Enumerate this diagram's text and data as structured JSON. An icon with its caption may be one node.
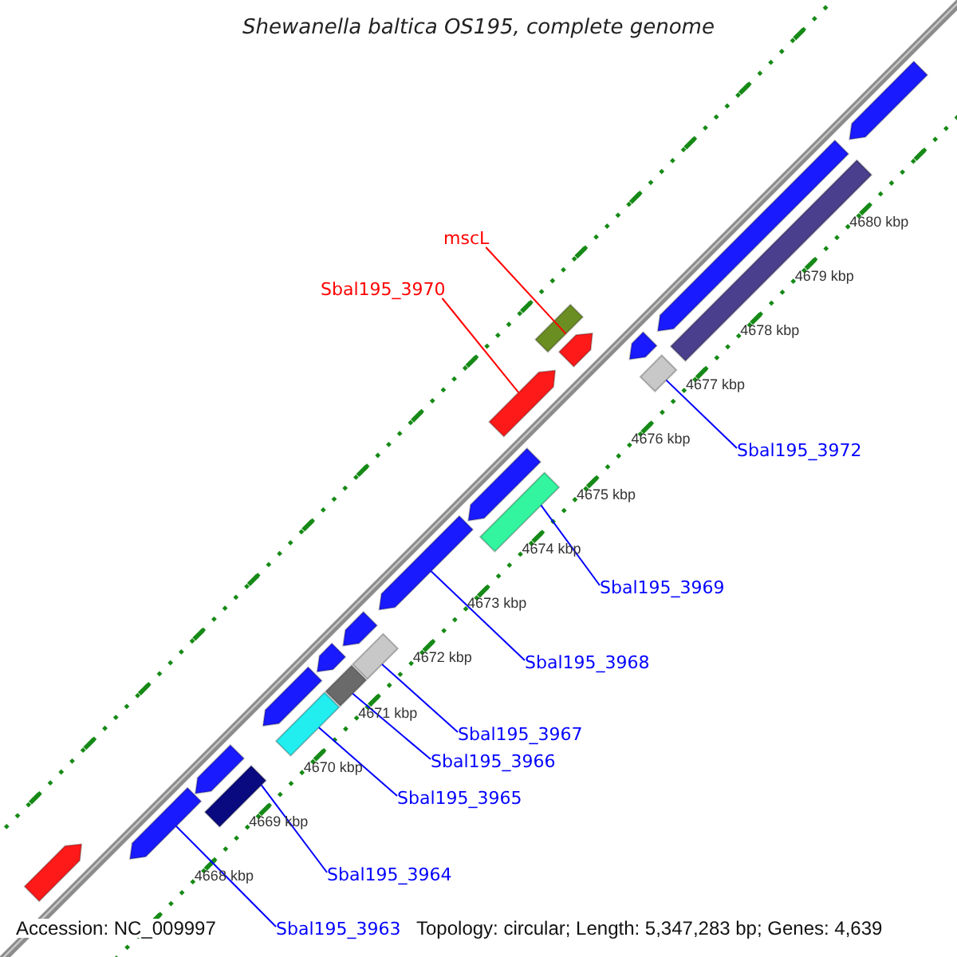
{
  "diagram": {
    "title": "Shewanella baltica OS195, complete genome",
    "nodes": [
      {
        "text": [
          "mscL"
        ]
      },
      {
        "text": [
          "Sbal195_3970"
        ]
      },
      {
        "text": [
          "Sbal195_3972"
        ]
      },
      {
        "text": [
          "Sbal195_3969"
        ]
      },
      {
        "text": [
          "Sbal195_3968"
        ]
      },
      {
        "text": [
          "Sbal195_3967"
        ]
      },
      {
        "text": [
          "Sbal195_3966"
        ]
      },
      {
        "text": [
          "Sbal195_3965"
        ]
      },
      {
        "text": [
          "Sbal195_3964"
        ]
      },
      {
        "text": [
          "Sbal195_3963"
        ]
      },
      {
        "text": [],
        "shape": "box"
      },
      {
        "text": [],
        "shape": "arrow"
      },
      {
        "text": [],
        "shape": "box"
      },
      {
        "text": [],
        "shape": "box"
      },
      {
        "text": [],
        "shape": "arrow"
      },
      {
        "text": [],
        "shape": "box"
      },
      {
        "text": [],
        "shape": "box"
      },
      {
        "text": [],
        "shape": "box"
      },
      {
        "text": [],
        "shape": "box"
      },
      {
        "text": [],
        "shape": "arrow"
      },
      {
        "text": [],
        "shape": "arrow"
      },
      {
        "text": [],
        "shape": "arrow"
      },
      {
        "text": [],
        "shape": "arrow"
      },
      {
        "text": [],
        "shape": "arrow"
      },
      {
        "text": [],
        "shape": "arrow"
      },
      {
        "text": [],
        "shape": "arrow"
      },
      {
        "text": [],
        "shape": "arrow"
      },
      {
        "text": [],
        "shape": "arrow"
      },
      {
        "text": [],
        "shape": "arrow"
      },
      {
        "text": [],
        "shape": "arrow"
      },
      {
        "text": [],
        "shape": "box"
      }
    ],
    "edges": [
      {
        "from": 0,
        "to": 10,
        "arrow": "none",
        "color": "#ff0000"
      },
      {
        "from": 1,
        "to": 11,
        "arrow": "none",
        "color": "#ff0000"
      },
      {
        "from": 2,
        "to": 12,
        "arrow": "none"
      },
      {
        "from": 3,
        "to": 13,
        "arrow": "none"
      },
      {
        "from": 4,
        "to": 14,
        "arrow": "none"
      },
      {
        "from": 5,
        "to": 15,
        "arrow": "none"
      },
      {
        "from": 6,
        "to": 16,
        "arrow": "none"
      },
      {
        "from": 7,
        "to": 17,
        "arrow": "none"
      },
      {
        "from": 8,
        "to": 18,
        "arrow": "none"
      },
      {
        "from": 9,
        "to": 19,
        "arrow": "none"
      }
    ],
    "labels": [
      "4680 kbp",
      "4679 kbp",
      "4678 kbp",
      "4677 kbp",
      "4676 kbp",
      "4675 kbp",
      "4674 kbp",
      "4673 kbp",
      "4672 kbp",
      "4671 kbp",
      "4670 kbp",
      "4669 kbp",
      "4668 kbp",
      "Accession: NC_009997",
      "Topology: circular; Length: 5,347,283 bp; Genes: 4,639"
    ]
  }
}
